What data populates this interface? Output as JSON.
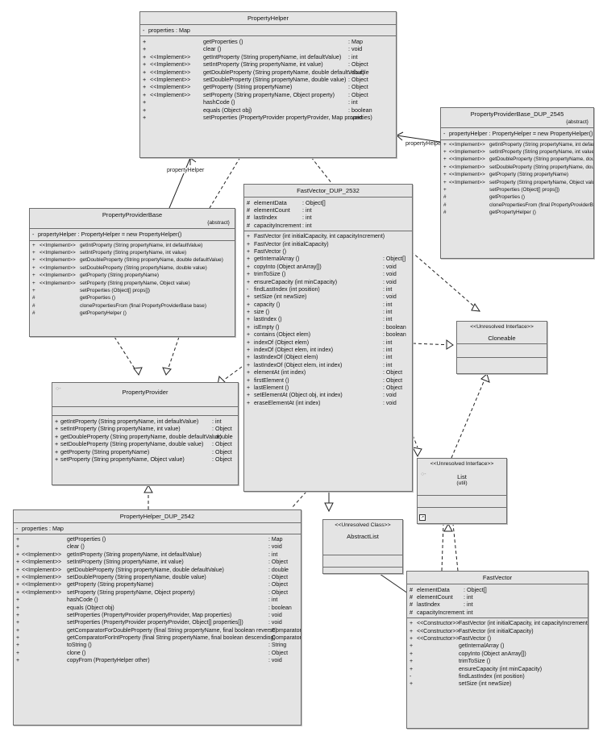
{
  "classes": {
    "property_helper": {
      "name": "PropertyHelper",
      "attributes": [
        {
          "vis": "-",
          "text": "properties  : Map"
        }
      ],
      "operations": [
        {
          "vis": "+",
          "stereo": "",
          "sig": "getProperties ()",
          "type": ": Map"
        },
        {
          "vis": "+",
          "stereo": "",
          "sig": "clear ()",
          "type": ": void"
        },
        {
          "vis": "+",
          "stereo": "<<Implement>>",
          "sig": "getIntProperty (String propertyName, int defaultValue)",
          "type": ": int"
        },
        {
          "vis": "+",
          "stereo": "<<Implement>>",
          "sig": "setIntProperty (String propertyName, int value)",
          "type": ": Object"
        },
        {
          "vis": "+",
          "stereo": "<<Implement>>",
          "sig": "getDoubleProperty (String propertyName, double defaultValue)",
          "type": ": double"
        },
        {
          "vis": "+",
          "stereo": "<<Implement>>",
          "sig": "setDoubleProperty (String propertyName, double value)",
          "type": ": Object"
        },
        {
          "vis": "+",
          "stereo": "<<Implement>>",
          "sig": "getProperty (String propertyName)",
          "type": ": Object"
        },
        {
          "vis": "+",
          "stereo": "<<Implement>>",
          "sig": "setProperty (String propertyName, Object property)",
          "type": ": Object"
        },
        {
          "vis": "+",
          "stereo": "",
          "sig": "hashCode ()",
          "type": ": int"
        },
        {
          "vis": "+",
          "stereo": "",
          "sig": "equals (Object obj)",
          "type": ": boolean"
        },
        {
          "vis": "+",
          "stereo": "",
          "sig": "setProperties (PropertyProvider propertyProvider, Map properties)",
          "type": ": void"
        }
      ]
    },
    "property_provider_base_dup": {
      "name": "PropertyProviderBase_DUP_2545",
      "abstract": "{abstract}",
      "attributes": [
        {
          "vis": "-",
          "text": "propertyHelper  : PropertyHelper  = new PropertyHelper()"
        }
      ],
      "operations": [
        {
          "vis": "+",
          "stereo": "<<Implement>>",
          "sig": "getIntProperty (String propertyName, int defaultValue)",
          "type": ""
        },
        {
          "vis": "+",
          "stereo": "<<Implement>>",
          "sig": "setIntProperty (String propertyName, int value)",
          "type": ""
        },
        {
          "vis": "+",
          "stereo": "<<Implement>>",
          "sig": "getDoubleProperty (String propertyName, double defaultValue)",
          "type": ""
        },
        {
          "vis": "+",
          "stereo": "<<Implement>>",
          "sig": "setDoubleProperty (String propertyName, double value)",
          "type": ""
        },
        {
          "vis": "+",
          "stereo": "<<Implement>>",
          "sig": "getProperty (String propertyName)",
          "type": ""
        },
        {
          "vis": "+",
          "stereo": "<<Implement>>",
          "sig": "setProperty (String propertyName, Object value)",
          "type": ""
        },
        {
          "vis": "+",
          "stereo": "",
          "sig": "setProperties (Object[] props[])",
          "type": ""
        },
        {
          "vis": "#",
          "stereo": "",
          "sig": "getProperties ()",
          "type": ""
        },
        {
          "vis": "#",
          "stereo": "",
          "sig": "clonePropertiesFrom (final PropertyProviderBase base)",
          "type": ""
        },
        {
          "vis": "#",
          "stereo": "",
          "sig": "getPropertyHelper ()",
          "type": ""
        }
      ]
    },
    "property_provider_base": {
      "name": "PropertyProviderBase",
      "abstract": "{abstract}",
      "attributes": [
        {
          "vis": "-",
          "text": "propertyHelper  : PropertyHelper  = new PropertyHelper()"
        }
      ],
      "operations": [
        {
          "vis": "+",
          "stereo": "<<Implement>>",
          "sig": "getIntProperty (String propertyName, int defaultValue)",
          "type": ""
        },
        {
          "vis": "+",
          "stereo": "<<Implement>>",
          "sig": "setIntProperty (String propertyName, int value)",
          "type": ""
        },
        {
          "vis": "+",
          "stereo": "<<Implement>>",
          "sig": "getDoubleProperty (String propertyName, double defaultValue)",
          "type": ""
        },
        {
          "vis": "+",
          "stereo": "<<Implement>>",
          "sig": "setDoubleProperty (String propertyName, double value)",
          "type": ""
        },
        {
          "vis": "+",
          "stereo": "<<Implement>>",
          "sig": "getProperty (String propertyName)",
          "type": ""
        },
        {
          "vis": "+",
          "stereo": "<<Implement>>",
          "sig": "setProperty (String propertyName, Object value)",
          "type": ""
        },
        {
          "vis": "+",
          "stereo": "",
          "sig": "setProperties (Object[] props[])",
          "type": ""
        },
        {
          "vis": "#",
          "stereo": "",
          "sig": "getProperties ()",
          "type": ""
        },
        {
          "vis": "#",
          "stereo": "",
          "sig": "clonePropertiesFrom (final PropertyProviderBase base)",
          "type": ""
        },
        {
          "vis": "#",
          "stereo": "",
          "sig": "getPropertyHelper ()",
          "type": ""
        }
      ]
    },
    "fast_vector_dup": {
      "name": "FastVector_DUP_2532",
      "attributes": [
        {
          "vis": "#",
          "name": "elementData",
          "type": ": Object[]"
        },
        {
          "vis": "#",
          "name": "elementCount",
          "type": ": int"
        },
        {
          "vis": "#",
          "name": "lastIndex",
          "type": ": int"
        },
        {
          "vis": "#",
          "name": "capacityIncrement",
          "type": ": int"
        }
      ],
      "operations": [
        {
          "vis": "+",
          "sig": "FastVector (int initialCapacity, int capacityIncrement)",
          "type": ""
        },
        {
          "vis": "+",
          "sig": "FastVector (int initialCapacity)",
          "type": ""
        },
        {
          "vis": "+",
          "sig": "FastVector ()",
          "type": ""
        },
        {
          "vis": "+",
          "sig": "getInternalArray ()",
          "type": ": Object[]"
        },
        {
          "vis": "+",
          "sig": "copyInto (Object anArray[])",
          "type": ": void"
        },
        {
          "vis": "+",
          "sig": "trimToSize ()",
          "type": ": void"
        },
        {
          "vis": "+",
          "sig": "ensureCapacity (int minCapacity)",
          "type": ": void"
        },
        {
          "vis": "-",
          "sig": "findLastIndex (int position)",
          "type": ": int"
        },
        {
          "vis": "+",
          "sig": "setSize (int newSize)",
          "type": ": void"
        },
        {
          "vis": "+",
          "sig": "capacity ()",
          "type": ": int"
        },
        {
          "vis": "+",
          "sig": "size ()",
          "type": ": int"
        },
        {
          "vis": "+",
          "sig": "lastIndex ()",
          "type": ": int"
        },
        {
          "vis": "+",
          "sig": "isEmpty ()",
          "type": ": boolean"
        },
        {
          "vis": "+",
          "sig": "contains (Object elem)",
          "type": ": boolean"
        },
        {
          "vis": "+",
          "sig": "indexOf (Object elem)",
          "type": ": int"
        },
        {
          "vis": "+",
          "sig": "indexOf (Object elem, int index)",
          "type": ": int"
        },
        {
          "vis": "+",
          "sig": "lastIndexOf (Object elem)",
          "type": ": int"
        },
        {
          "vis": "+",
          "sig": "lastIndexOf (Object elem, int index)",
          "type": ": int"
        },
        {
          "vis": "+",
          "sig": "elementAt (int index)",
          "type": ": Object"
        },
        {
          "vis": "+",
          "sig": "firstElement ()",
          "type": ": Object"
        },
        {
          "vis": "+",
          "sig": "lastElement ()",
          "type": ": Object"
        },
        {
          "vis": "+",
          "sig": "setElementAt (Object obj, int index)",
          "type": ": void"
        },
        {
          "vis": "+",
          "sig": "eraseElementAt (int index)",
          "type": ": void"
        }
      ]
    },
    "cloneable": {
      "stereotype": "<<Unresolved Interface>>",
      "name": "Cloneable"
    },
    "property_provider": {
      "name": "PropertyProvider",
      "operations": [
        {
          "vis": "+",
          "sig": "getIntProperty (String propertyName, int defaultValue)",
          "type": ": int"
        },
        {
          "vis": "+",
          "sig": "setIntProperty (String propertyName, int value)",
          "type": ": Object"
        },
        {
          "vis": "+",
          "sig": "getDoubleProperty (String propertyName, double defaultValue)",
          "type": ": double"
        },
        {
          "vis": "+",
          "sig": "setDoubleProperty (String propertyName, double value)",
          "type": ": Object"
        },
        {
          "vis": "+",
          "sig": "getProperty (String propertyName)",
          "type": ": Object"
        },
        {
          "vis": "+",
          "sig": "setProperty (String propertyName, Object value)",
          "type": ": Object"
        }
      ]
    },
    "list": {
      "stereotype": "<<Unresolved Interface>>",
      "name": "List",
      "package": "(util)"
    },
    "abstract_list": {
      "stereotype": "<<Unresolved Class>>",
      "name": "AbstractList"
    },
    "property_helper_dup": {
      "name": "PropertyHelper_DUP_2542",
      "attributes": [
        {
          "vis": "-",
          "text": "properties  : Map"
        }
      ],
      "operations": [
        {
          "vis": "+",
          "stereo": "",
          "sig": "getProperties ()",
          "type": ": Map"
        },
        {
          "vis": "+",
          "stereo": "",
          "sig": "clear ()",
          "type": ": void"
        },
        {
          "vis": "+",
          "stereo": "<<Implement>>",
          "sig": "getIntProperty (String propertyName, int defaultValue)",
          "type": ": int"
        },
        {
          "vis": "+",
          "stereo": "<<Implement>>",
          "sig": "setIntProperty (String propertyName, int value)",
          "type": ": Object"
        },
        {
          "vis": "+",
          "stereo": "<<Implement>>",
          "sig": "getDoubleProperty (String propertyName, double defaultValue)",
          "type": ": double"
        },
        {
          "vis": "+",
          "stereo": "<<Implement>>",
          "sig": "setDoubleProperty (String propertyName, double value)",
          "type": ": Object"
        },
        {
          "vis": "+",
          "stereo": "<<Implement>>",
          "sig": "getProperty (String propertyName)",
          "type": ": Object"
        },
        {
          "vis": "+",
          "stereo": "<<Implement>>",
          "sig": "setProperty (String propertyName, Object property)",
          "type": ": Object"
        },
        {
          "vis": "+",
          "stereo": "",
          "sig": "hashCode ()",
          "type": ": int"
        },
        {
          "vis": "+",
          "stereo": "",
          "sig": "equals (Object obj)",
          "type": ": boolean"
        },
        {
          "vis": "+",
          "stereo": "",
          "sig": "setProperties (PropertyProvider propertyProvider, Map properties)",
          "type": ": void"
        },
        {
          "vis": "+",
          "stereo": "",
          "sig": "setProperties (PropertyProvider propertyProvider, Object[] properties[])",
          "type": ": void"
        },
        {
          "vis": "+",
          "stereo": "",
          "sig": "getComparatorForDoubleProperty (final String propertyName, final boolean reverse)",
          "type": ": Comparator"
        },
        {
          "vis": "+",
          "stereo": "",
          "sig": "getComparatorForIntProperty (final String propertyName, final boolean descending)",
          "type": ": Comparator"
        },
        {
          "vis": "+",
          "stereo": "",
          "sig": "toString ()",
          "type": ": String"
        },
        {
          "vis": "+",
          "stereo": "",
          "sig": "clone ()",
          "type": ": Object"
        },
        {
          "vis": "+",
          "stereo": "",
          "sig": "copyFrom (PropertyHelper other)",
          "type": ": void"
        }
      ]
    },
    "fast_vector": {
      "name": "FastVector",
      "attributes": [
        {
          "vis": "#",
          "name": "elementData",
          "type": ": Object[]"
        },
        {
          "vis": "#",
          "name": "elementCount",
          "type": ": int"
        },
        {
          "vis": "#",
          "name": "lastIndex",
          "type": ": int"
        },
        {
          "vis": "#",
          "name": "capacityIncrement",
          "type": ": int"
        }
      ],
      "operations": [
        {
          "vis": "+",
          "stereo": "<<Constructor>>",
          "sig": "FastVector (int initialCapacity, int capacityIncrement)"
        },
        {
          "vis": "+",
          "stereo": "<<Constructor>>",
          "sig": "FastVector (int initialCapacity)"
        },
        {
          "vis": "+",
          "stereo": "<<Constructor>>",
          "sig": "FastVector ()"
        },
        {
          "vis": "+",
          "stereo": "",
          "sig": "getInternalArray ()"
        },
        {
          "vis": "+",
          "stereo": "",
          "sig": "copyInto (Object anArray[])"
        },
        {
          "vis": "+",
          "stereo": "",
          "sig": "trimToSize ()"
        },
        {
          "vis": "+",
          "stereo": "",
          "sig": "ensureCapacity (int minCapacity)"
        },
        {
          "vis": "-",
          "stereo": "",
          "sig": "findLastIndex (int position)"
        },
        {
          "vis": "+",
          "stereo": "",
          "sig": "setSize (int newSize)"
        }
      ]
    }
  },
  "edge_labels": {
    "property_helper_left": "propertyHelper",
    "property_helper_right": "propertyHelpe"
  },
  "colors": {
    "box_fill": "#e4e4e4",
    "box_border": "#6e6e6e",
    "line": "#222222"
  }
}
